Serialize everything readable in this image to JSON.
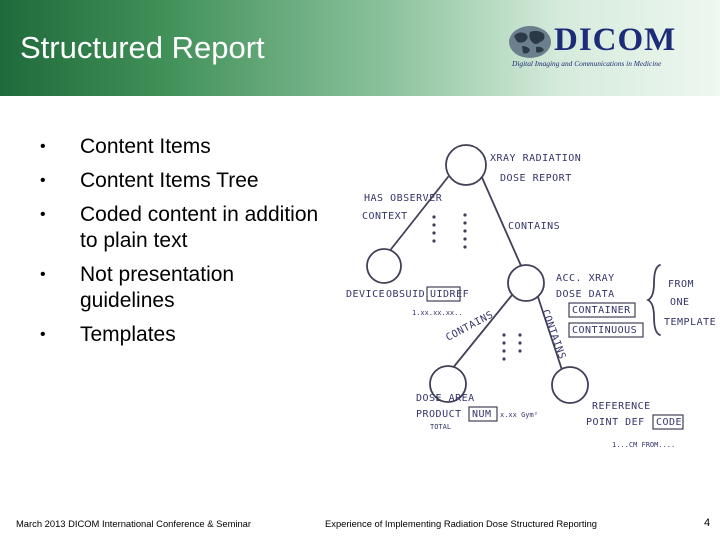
{
  "slide": {
    "title": "Structured Report",
    "bullets": [
      "Content Items",
      "Content Items Tree",
      "Coded content in addition to plain text",
      "Not presentation guidelines",
      "Templates"
    ]
  },
  "logo": {
    "word": "DICOM",
    "tagline": "Digital Imaging and Communications in Medicine"
  },
  "diagram": {
    "root_label_1": "XRAY RADIATION",
    "root_label_2": "DOSE REPORT",
    "has_observer_1": "HAS OBSERVER",
    "has_observer_2": "CONTEXT",
    "contains": "CONTAINS",
    "device_1": "DEVICE",
    "device_2": "OBSUID",
    "device_code": "UIDREF",
    "device_value": "1.xx.xx.xx..",
    "acc_1": "ACC. XRAY",
    "acc_2": "DOSE DATA",
    "acc_container": "CONTAINER",
    "acc_continuous": "CONTINUOUS",
    "from_1": "FROM",
    "from_2": "ONE",
    "from_3": "TEMPLATE",
    "contains_left": "CONTAINS",
    "contains_right": "CONTAINS",
    "dose_area_1": "DOSE AREA",
    "dose_area_2": "PRODUCT",
    "dose_area_3": "TOTAL",
    "dose_num": "NUM",
    "dose_value": "x.xx Gym²",
    "ref_1": "REFERENCE",
    "ref_2": "POINT DEF",
    "ref_code": "CODE",
    "ref_value": "1...CM FROM...."
  },
  "footer": {
    "left": "March 2013 DICOM International Conference & Seminar",
    "right": "Experience of Implementing Radiation Dose Structured Reporting",
    "page": "4"
  },
  "colors": {
    "header_dark": "#1f6a3a",
    "header_light": "#eef7f0",
    "logo_blue": "#1c2c78",
    "ink": "#34346a"
  }
}
